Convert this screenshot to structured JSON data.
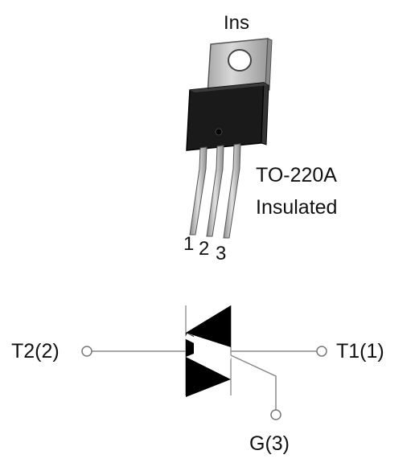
{
  "package": {
    "tab_label": "Ins",
    "name": "TO-220A",
    "type": "Insulated",
    "pin_numbers": [
      "1",
      "2",
      "3"
    ],
    "colors": {
      "tab": "#c8c8c8",
      "body": "#1a1a1a",
      "leads": "#c0c0c0"
    }
  },
  "schematic": {
    "symbol": "triac",
    "terminal_left": "T2(2)",
    "terminal_right": "T1(1)",
    "terminal_gate": "G(3)",
    "colors": {
      "symbol": "#000000",
      "wire": "#888888"
    }
  }
}
